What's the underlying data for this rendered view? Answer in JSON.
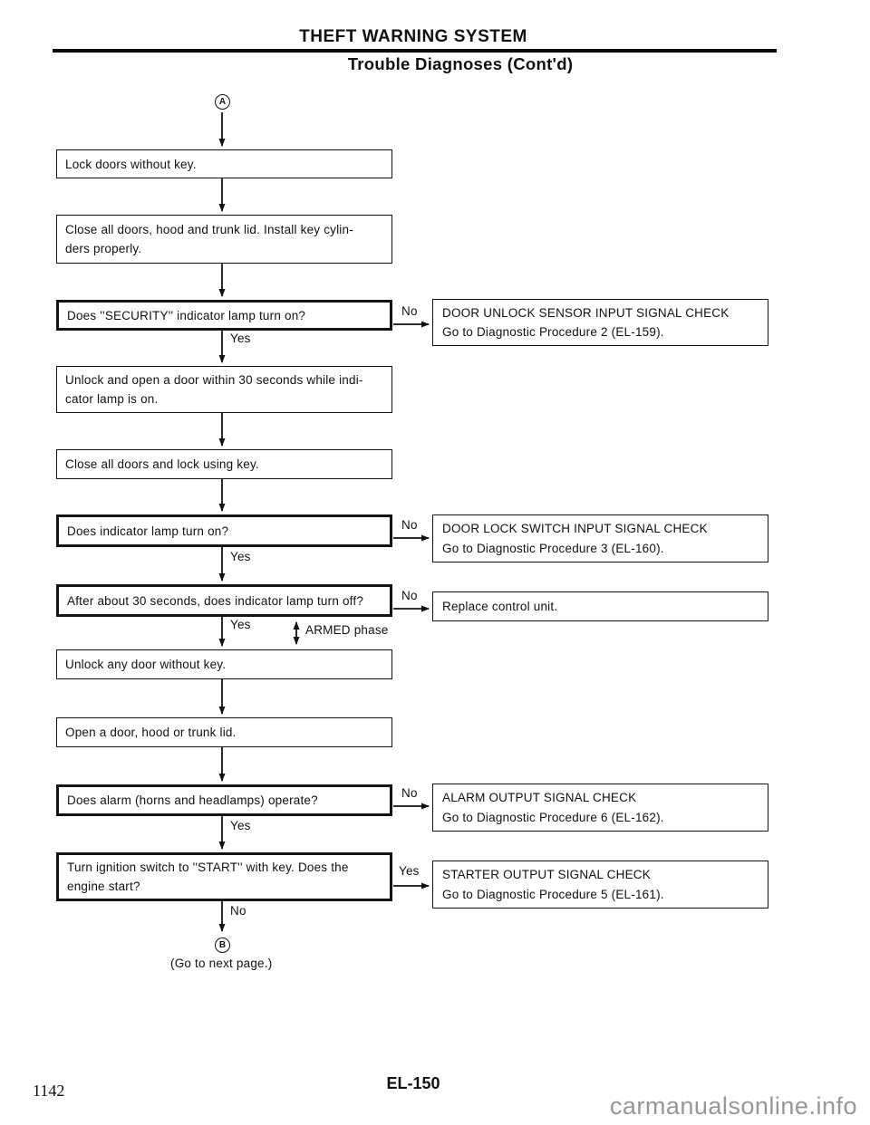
{
  "header": {
    "title": "THEFT WARNING SYSTEM",
    "subtitle": "Trouble Diagnoses (Cont'd)"
  },
  "flow": {
    "connector_start": "A",
    "connector_end": "B",
    "connector_end_note": "(Go to next page.)",
    "yes": "Yes",
    "no": "No",
    "armed_phase": "ARMED phase",
    "steps": [
      {
        "text": "Lock doors without key."
      },
      {
        "text": "Close all doors, hood and trunk lid. Install key cylin-\nders properly."
      },
      {
        "text": "Does ''SECURITY'' indicator lamp turn on?"
      },
      {
        "text": "Unlock and open a door within 30 seconds while indi-\ncator lamp is on."
      },
      {
        "text": "Close all doors and lock using key."
      },
      {
        "text": "Does indicator lamp turn on?"
      },
      {
        "text": "After about 30 seconds, does indicator lamp turn off?"
      },
      {
        "text": "Unlock any door without key."
      },
      {
        "text": "Open a door, hood or trunk lid."
      },
      {
        "text": "Does alarm (horns and headlamps) operate?"
      },
      {
        "text": "Turn ignition switch to ''START'' with key. Does the\nengine start?"
      }
    ],
    "results": [
      {
        "title": "DOOR UNLOCK SENSOR INPUT SIGNAL CHECK",
        "note": "Go to Diagnostic Procedure 2 (EL-159)."
      },
      {
        "title": "DOOR LOCK SWITCH INPUT SIGNAL CHECK",
        "note": "Go to Diagnostic Procedure 3 (EL-160)."
      },
      {
        "title": "Replace control unit."
      },
      {
        "title": "ALARM OUTPUT SIGNAL CHECK",
        "note": "Go to Diagnostic Procedure 6 (EL-162)."
      },
      {
        "title": "STARTER OUTPUT SIGNAL CHECK",
        "note": "Go to Diagnostic Procedure 5 (EL-161)."
      }
    ]
  },
  "footer": {
    "page_number": "1142",
    "page_code": "EL-150",
    "watermark": "carmanualsonline.info"
  }
}
